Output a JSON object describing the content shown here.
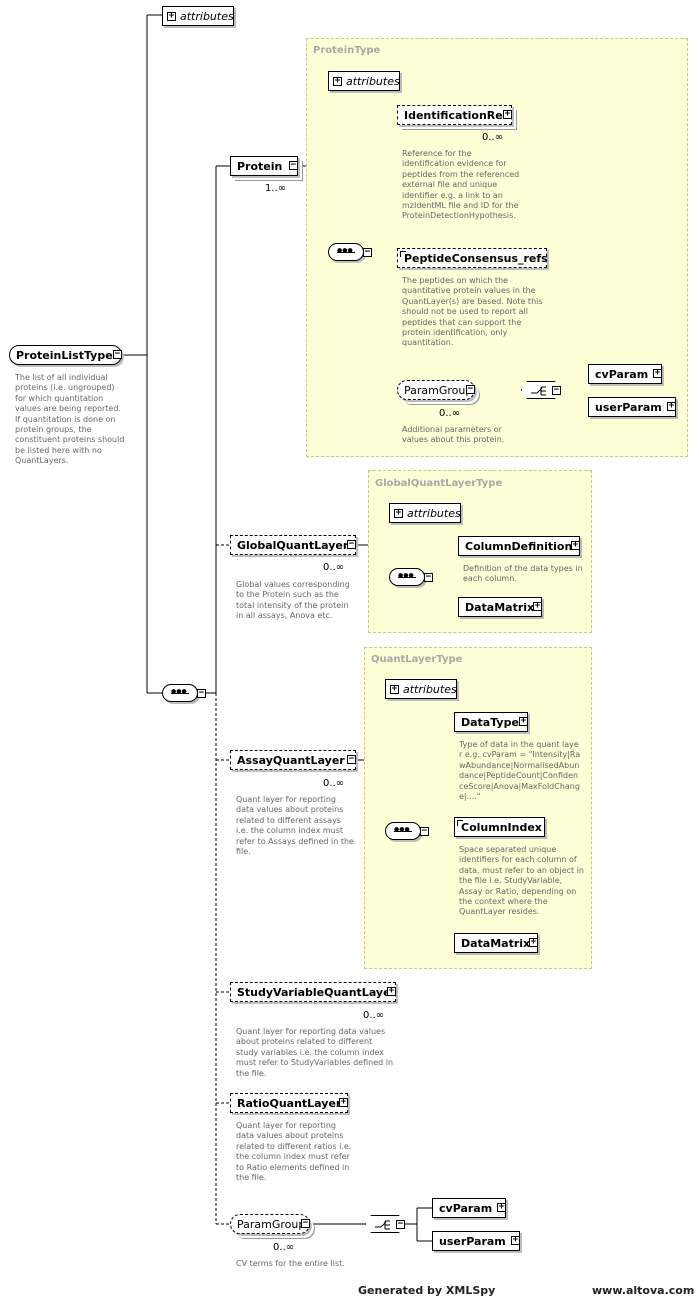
{
  "root": {
    "name": "ProteinListType",
    "doc": "The list of all individual proteins (i.e. ungrouped) for which quantitation values are being reported. If quantitation is done on protein groups, the constituent proteins should be listed here with no QuantLayers."
  },
  "attributes_label": "attributes",
  "protein": {
    "name": "Protein",
    "multiplicity": "1..∞",
    "type_title": "ProteinType",
    "identification_ref": "IdentificationRef",
    "identification_ref_mult": "0..∞",
    "identification_ref_doc": "Reference for the identification evidence for peptides from the referenced external file and unique identifier e.g. a link to an mzIdentML file and ID for the ProteinDetectionHypothesis.",
    "peptide_consensus": "PeptideConsensus_refs",
    "peptide_consensus_doc": "The peptides on which the quantitative protein values in the QuantLayer(s) are based. Note this should not be used to report all peptides that can support the protein identification, only quantitation.",
    "param_group": "ParamGroup",
    "param_group_mult": "0..∞",
    "param_group_doc": "Additional parameters or values about this protein.",
    "cv_param": "cvParam",
    "user_param": "userParam"
  },
  "global_quant": {
    "name": "GlobalQuantLayer",
    "multiplicity": "0..∞",
    "doc": "Global values corresponding to the Protein such as the total intensity of the protein in all assays, Anova etc.",
    "type_title": "GlobalQuantLayerType",
    "column_definition": "ColumnDefinition",
    "column_definition_doc": "Definition of the data types in each column.",
    "data_matrix": "DataMatrix"
  },
  "assay_quant": {
    "name": "AssayQuantLayer",
    "multiplicity": "0..∞",
    "doc": "Quant layer for reporting data values about proteins related to different assays i.e. the column index must refer to Assays defined in the file.",
    "type_title": "QuantLayerType",
    "data_type": "DataType",
    "data_type_doc": "Type of data in the quant layer e.g. cvParam = \"Intensity|RawAbundance|NormalisedAbundance|PeptideCount|ConfidenceScore|Anova|MaxFoldChange|....\"",
    "column_index": "ColumnIndex",
    "column_index_doc": "Space separated unique identifiers for each column of data, must refer to an object in the file i.e. StudyVariable, Assay or Ratio, depending on the context where the QuantLayer resides.",
    "data_matrix": "DataMatrix"
  },
  "study_variable_quant": {
    "name": "StudyVariableQuantLayer",
    "multiplicity": "0..∞",
    "doc": "Quant layer for reporting data values about proteins related to different study variables i.e. the column index must refer to StudyVariables defined in the file."
  },
  "ratio_quant": {
    "name": "RatioQuantLayer",
    "doc": "Quant layer for reporting data values about proteins related to different ratios i.e. the column index must refer to Ratio elements defined in the file."
  },
  "list_param_group": {
    "name": "ParamGroup",
    "multiplicity": "0..∞",
    "doc": "CV terms for the entire list.",
    "cv_param": "cvParam",
    "user_param": "userParam"
  },
  "footer": {
    "generated_by": "Generated by XMLSpy",
    "site": "www.altova.com"
  },
  "colors": {
    "type_box_fill": "#fefed7",
    "type_box_border": "#c8c87a",
    "doc_text": "#666666",
    "type_title": "#a8a8a8"
  }
}
